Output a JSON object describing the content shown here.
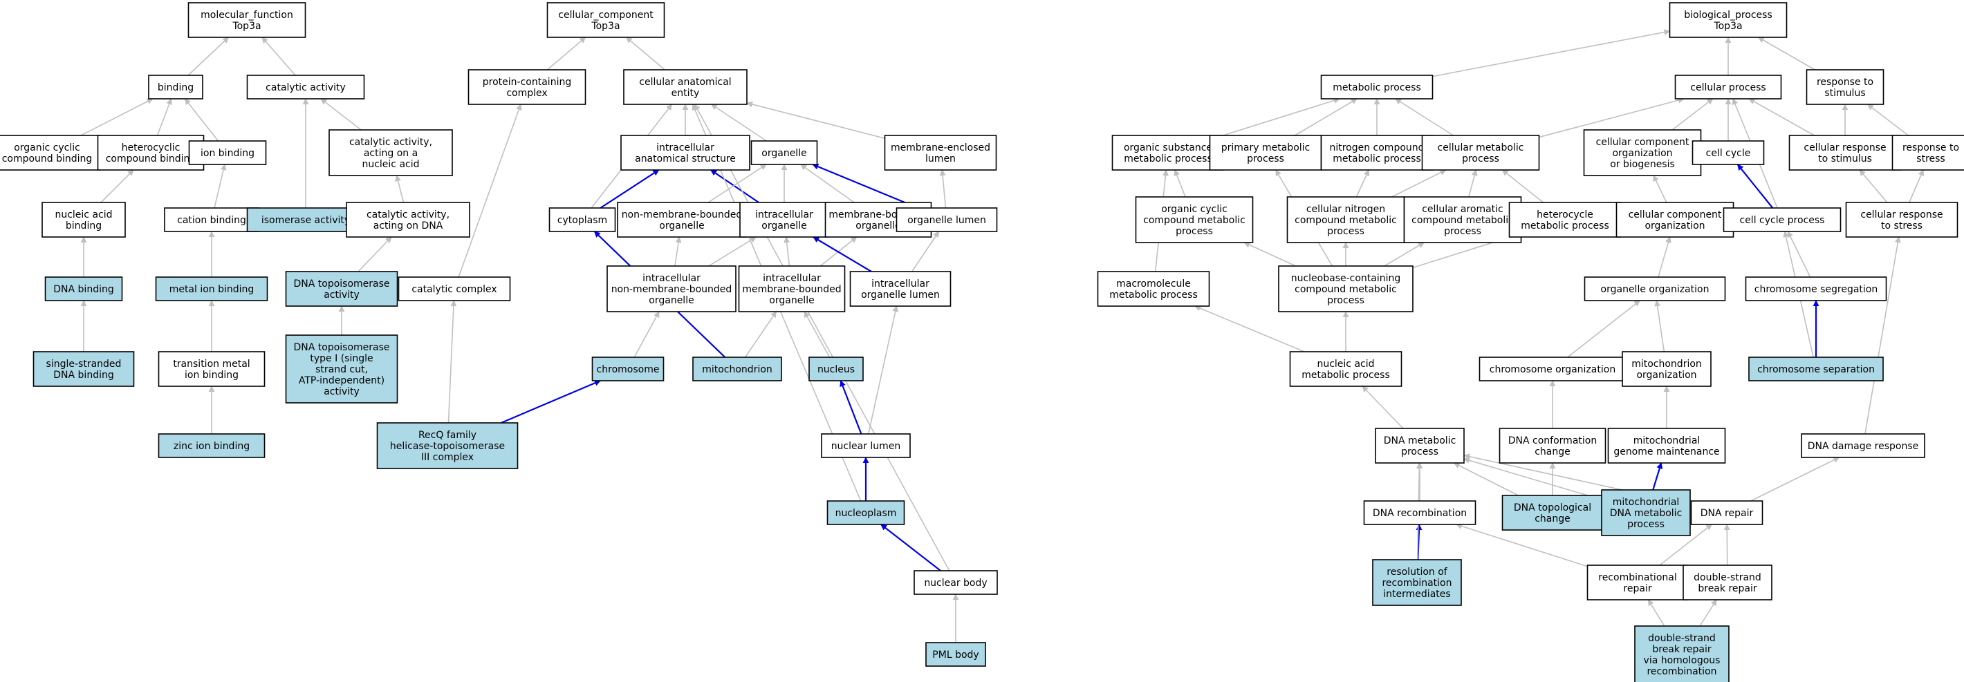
{
  "colors": {
    "highlight_fill": "#add8e6",
    "plain_fill": "#ffffff",
    "grey_edge": "#c0c0c0",
    "blue_edge": "#0000ee"
  },
  "nodes": [
    {
      "id": "mf_root",
      "label": [
        "molecular_function",
        "Top3a"
      ],
      "hl": false
    },
    {
      "id": "binding",
      "label": [
        "binding"
      ],
      "hl": false
    },
    {
      "id": "catalytic_activity",
      "label": [
        "catalytic activity"
      ],
      "hl": false
    },
    {
      "id": "organic_cyclic_binding",
      "label": [
        "organic cyclic",
        "compound binding"
      ],
      "hl": false
    },
    {
      "id": "heterocyclic_binding",
      "label": [
        "heterocyclic",
        "compound binding"
      ],
      "hl": false
    },
    {
      "id": "ion_binding",
      "label": [
        "ion binding"
      ],
      "hl": false
    },
    {
      "id": "cat_nucleic",
      "label": [
        "catalytic activity,",
        "acting on a",
        "nucleic acid"
      ],
      "hl": false
    },
    {
      "id": "nucleic_acid_binding",
      "label": [
        "nucleic acid",
        "binding"
      ],
      "hl": false
    },
    {
      "id": "cation_binding",
      "label": [
        "cation binding"
      ],
      "hl": false
    },
    {
      "id": "isomerase",
      "label": [
        "isomerase activity"
      ],
      "hl": true
    },
    {
      "id": "cat_dna",
      "label": [
        "catalytic activity,",
        "acting on DNA"
      ],
      "hl": false
    },
    {
      "id": "dna_binding",
      "label": [
        "DNA binding"
      ],
      "hl": true
    },
    {
      "id": "metal_ion_binding",
      "label": [
        "metal ion binding"
      ],
      "hl": true
    },
    {
      "id": "dna_topo",
      "label": [
        "DNA topoisomerase",
        "activity"
      ],
      "hl": true
    },
    {
      "id": "ss_dna_binding",
      "label": [
        "single-stranded",
        "DNA binding"
      ],
      "hl": true
    },
    {
      "id": "tm_ion_binding",
      "label": [
        "transition metal",
        "ion binding"
      ],
      "hl": false
    },
    {
      "id": "dna_topo_1",
      "label": [
        "DNA topoisomerase",
        "type I (single",
        "strand cut,",
        "ATP-independent)",
        "activity"
      ],
      "hl": true
    },
    {
      "id": "zinc_binding",
      "label": [
        "zinc ion binding"
      ],
      "hl": true
    },
    {
      "id": "cc_root",
      "label": [
        "cellular_component",
        "Top3a"
      ],
      "hl": false
    },
    {
      "id": "protein_complex",
      "label": [
        "protein-containing",
        "complex"
      ],
      "hl": false
    },
    {
      "id": "cell_anat",
      "label": [
        "cellular anatomical",
        "entity"
      ],
      "hl": false
    },
    {
      "id": "intra_anat",
      "label": [
        "intracellular",
        "anatomical structure"
      ],
      "hl": false
    },
    {
      "id": "organelle",
      "label": [
        "organelle"
      ],
      "hl": false
    },
    {
      "id": "mem_enc_lumen",
      "label": [
        "membrane-enclosed",
        "lumen"
      ],
      "hl": false
    },
    {
      "id": "cytoplasm",
      "label": [
        "cytoplasm"
      ],
      "hl": false
    },
    {
      "id": "nonmem_org",
      "label": [
        "non-membrane-bounded",
        "organelle"
      ],
      "hl": false
    },
    {
      "id": "intra_org",
      "label": [
        "intracellular",
        "organelle"
      ],
      "hl": false
    },
    {
      "id": "mem_org",
      "label": [
        "membrane-bounded",
        "organelle"
      ],
      "hl": false
    },
    {
      "id": "org_lumen",
      "label": [
        "organelle lumen"
      ],
      "hl": false
    },
    {
      "id": "catalytic_complex",
      "label": [
        "catalytic complex"
      ],
      "hl": false
    },
    {
      "id": "intra_nonmem_org",
      "label": [
        "intracellular",
        "non-membrane-bounded",
        "organelle"
      ],
      "hl": false
    },
    {
      "id": "intra_mem_org",
      "label": [
        "intracellular",
        "membrane-bounded",
        "organelle"
      ],
      "hl": false
    },
    {
      "id": "intra_org_lumen",
      "label": [
        "intracellular",
        "organelle lumen"
      ],
      "hl": false
    },
    {
      "id": "chromosome",
      "label": [
        "chromosome"
      ],
      "hl": true
    },
    {
      "id": "mitochondrion",
      "label": [
        "mitochondrion"
      ],
      "hl": true
    },
    {
      "id": "nucleus",
      "label": [
        "nucleus"
      ],
      "hl": true
    },
    {
      "id": "recq",
      "label": [
        "RecQ family",
        "helicase-topoisomerase",
        "III complex"
      ],
      "hl": true
    },
    {
      "id": "nuclear_lumen",
      "label": [
        "nuclear lumen"
      ],
      "hl": false
    },
    {
      "id": "nucleoplasm",
      "label": [
        "nucleoplasm"
      ],
      "hl": true
    },
    {
      "id": "nuclear_body",
      "label": [
        "nuclear body"
      ],
      "hl": false
    },
    {
      "id": "pml_body",
      "label": [
        "PML body"
      ],
      "hl": true
    },
    {
      "id": "bp_root",
      "label": [
        "biological_process",
        "Top3a"
      ],
      "hl": false
    },
    {
      "id": "metabolic",
      "label": [
        "metabolic process"
      ],
      "hl": false
    },
    {
      "id": "cellular_process",
      "label": [
        "cellular process"
      ],
      "hl": false
    },
    {
      "id": "resp_stimulus",
      "label": [
        "response to",
        "stimulus"
      ],
      "hl": false
    },
    {
      "id": "org_subst_met",
      "label": [
        "organic substance",
        "metabolic process"
      ],
      "hl": false
    },
    {
      "id": "primary_met",
      "label": [
        "primary metabolic",
        "process"
      ],
      "hl": false
    },
    {
      "id": "nitrogen_met",
      "label": [
        "nitrogen compound",
        "metabolic process"
      ],
      "hl": false
    },
    {
      "id": "cell_met",
      "label": [
        "cellular metabolic",
        "process"
      ],
      "hl": false
    },
    {
      "id": "cc_org_biog",
      "label": [
        "cellular component",
        "organization",
        "or biogenesis"
      ],
      "hl": false
    },
    {
      "id": "cell_cycle",
      "label": [
        "cell cycle"
      ],
      "hl": false
    },
    {
      "id": "cell_resp_stim",
      "label": [
        "cellular response",
        "to stimulus"
      ],
      "hl": false
    },
    {
      "id": "resp_stress",
      "label": [
        "response to",
        "stress"
      ],
      "hl": false
    },
    {
      "id": "org_cyclic_met",
      "label": [
        "organic cyclic",
        "compound metabolic",
        "process"
      ],
      "hl": false
    },
    {
      "id": "cell_nitro_met",
      "label": [
        "cellular nitrogen",
        "compound metabolic",
        "process"
      ],
      "hl": false
    },
    {
      "id": "cell_arom_met",
      "label": [
        "cellular aromatic",
        "compound metabolic",
        "process"
      ],
      "hl": false
    },
    {
      "id": "heterocycle_met",
      "label": [
        "heterocycle",
        "metabolic process"
      ],
      "hl": false
    },
    {
      "id": "cc_org",
      "label": [
        "cellular component",
        "organization"
      ],
      "hl": false
    },
    {
      "id": "cell_cycle_proc",
      "label": [
        "cell cycle process"
      ],
      "hl": false
    },
    {
      "id": "cell_resp_stress",
      "label": [
        "cellular response",
        "to stress"
      ],
      "hl": false
    },
    {
      "id": "macromol_met",
      "label": [
        "macromolecule",
        "metabolic process"
      ],
      "hl": false
    },
    {
      "id": "nucleobase_met",
      "label": [
        "nucleobase-containing",
        "compound metabolic",
        "process"
      ],
      "hl": false
    },
    {
      "id": "organelle_org",
      "label": [
        "organelle organization"
      ],
      "hl": false
    },
    {
      "id": "chrom_seg",
      "label": [
        "chromosome segregation"
      ],
      "hl": false
    },
    {
      "id": "nucleic_met",
      "label": [
        "nucleic acid",
        "metabolic process"
      ],
      "hl": false
    },
    {
      "id": "chrom_org",
      "label": [
        "chromosome organization"
      ],
      "hl": false
    },
    {
      "id": "mito_org",
      "label": [
        "mitochondrion",
        "organization"
      ],
      "hl": false
    },
    {
      "id": "chrom_sep",
      "label": [
        "chromosome separation"
      ],
      "hl": true
    },
    {
      "id": "dna_met",
      "label": [
        "DNA metabolic",
        "process"
      ],
      "hl": false
    },
    {
      "id": "dna_conf",
      "label": [
        "DNA conformation",
        "change"
      ],
      "hl": false
    },
    {
      "id": "mito_genome",
      "label": [
        "mitochondrial",
        "genome maintenance"
      ],
      "hl": false
    },
    {
      "id": "dna_damage",
      "label": [
        "DNA damage response"
      ],
      "hl": false
    },
    {
      "id": "dna_recomb",
      "label": [
        "DNA recombination"
      ],
      "hl": false
    },
    {
      "id": "dna_topo_change",
      "label": [
        "DNA topological",
        "change"
      ],
      "hl": true
    },
    {
      "id": "mito_dna_met",
      "label": [
        "mitochondrial",
        "DNA metabolic",
        "process"
      ],
      "hl": true
    },
    {
      "id": "dna_repair",
      "label": [
        "DNA repair"
      ],
      "hl": false
    },
    {
      "id": "resol_recomb",
      "label": [
        "resolution of",
        "recombination",
        "intermediates"
      ],
      "hl": true
    },
    {
      "id": "recomb_repair",
      "label": [
        "recombinational",
        "repair"
      ],
      "hl": false
    },
    {
      "id": "ds_break_repair",
      "label": [
        "double-strand",
        "break repair"
      ],
      "hl": false
    },
    {
      "id": "ds_hr",
      "label": [
        "double-strand",
        "break repair",
        "via homologous",
        "recombination"
      ],
      "hl": true
    }
  ],
  "edges": [
    {
      "from": "binding",
      "to": "mf_root",
      "c": "g"
    },
    {
      "from": "catalytic_activity",
      "to": "mf_root",
      "c": "g"
    },
    {
      "from": "organic_cyclic_binding",
      "to": "binding",
      "c": "g"
    },
    {
      "from": "heterocyclic_binding",
      "to": "binding",
      "c": "g"
    },
    {
      "from": "ion_binding",
      "to": "binding",
      "c": "g"
    },
    {
      "from": "cat_nucleic",
      "to": "catalytic_activity",
      "c": "g"
    },
    {
      "from": "isomerase",
      "to": "catalytic_activity",
      "c": "g"
    },
    {
      "from": "nucleic_acid_binding",
      "to": "heterocyclic_binding",
      "c": "g"
    },
    {
      "from": "cation_binding",
      "to": "ion_binding",
      "c": "g"
    },
    {
      "from": "cat_dna",
      "to": "cat_nucleic",
      "c": "g"
    },
    {
      "from": "dna_binding",
      "to": "nucleic_acid_binding",
      "c": "g"
    },
    {
      "from": "metal_ion_binding",
      "to": "cation_binding",
      "c": "g"
    },
    {
      "from": "dna_topo",
      "to": "cat_dna",
      "c": "g"
    },
    {
      "from": "ss_dna_binding",
      "to": "dna_binding",
      "c": "g"
    },
    {
      "from": "tm_ion_binding",
      "to": "metal_ion_binding",
      "c": "g"
    },
    {
      "from": "dna_topo_1",
      "to": "dna_topo",
      "c": "g"
    },
    {
      "from": "zinc_binding",
      "to": "tm_ion_binding",
      "c": "g"
    },
    {
      "from": "protein_complex",
      "to": "cc_root",
      "c": "g"
    },
    {
      "from": "cell_anat",
      "to": "cc_root",
      "c": "g"
    },
    {
      "from": "intra_anat",
      "to": "cell_anat",
      "c": "g"
    },
    {
      "from": "organelle",
      "to": "cell_anat",
      "c": "g"
    },
    {
      "from": "mem_enc_lumen",
      "to": "cell_anat",
      "c": "g"
    },
    {
      "from": "cytoplasm",
      "to": "cell_anat",
      "c": "g"
    },
    {
      "from": "cytoplasm",
      "to": "intra_anat",
      "c": "b"
    },
    {
      "from": "intra_org",
      "to": "intra_anat",
      "c": "b"
    },
    {
      "from": "nonmem_org",
      "to": "organelle",
      "c": "g"
    },
    {
      "from": "intra_org",
      "to": "organelle",
      "c": "g"
    },
    {
      "from": "mem_org",
      "to": "organelle",
      "c": "g"
    },
    {
      "from": "org_lumen",
      "to": "organelle",
      "c": "b"
    },
    {
      "from": "org_lumen",
      "to": "mem_enc_lumen",
      "c": "g"
    },
    {
      "from": "catalytic_complex",
      "to": "protein_complex",
      "c": "g"
    },
    {
      "from": "intra_nonmem_org",
      "to": "nonmem_org",
      "c": "g"
    },
    {
      "from": "intra_nonmem_org",
      "to": "intra_org",
      "c": "g"
    },
    {
      "from": "intra_mem_org",
      "to": "intra_org",
      "c": "g"
    },
    {
      "from": "intra_mem_org",
      "to": "mem_org",
      "c": "g"
    },
    {
      "from": "intra_org_lumen",
      "to": "intra_org",
      "c": "b"
    },
    {
      "from": "intra_org_lumen",
      "to": "org_lumen",
      "c": "g"
    },
    {
      "from": "chromosome",
      "to": "intra_nonmem_org",
      "c": "g"
    },
    {
      "from": "mitochondrion",
      "to": "intra_mem_org",
      "c": "g"
    },
    {
      "from": "mitochondrion",
      "to": "cytoplasm",
      "c": "b"
    },
    {
      "from": "nucleus",
      "to": "intra_mem_org",
      "c": "g"
    },
    {
      "from": "recq",
      "to": "catalytic_complex",
      "c": "g"
    },
    {
      "from": "recq",
      "to": "chromosome",
      "c": "b"
    },
    {
      "from": "nuclear_lumen",
      "to": "nucleus",
      "c": "b"
    },
    {
      "from": "nuclear_lumen",
      "to": "intra_org_lumen",
      "c": "g"
    },
    {
      "from": "nucleoplasm",
      "to": "nuclear_lumen",
      "c": "b"
    },
    {
      "from": "nucleoplasm",
      "to": "cell_anat",
      "c": "g"
    },
    {
      "from": "nuclear_body",
      "to": "nucleoplasm",
      "c": "b"
    },
    {
      "from": "nuclear_body",
      "to": "cell_anat",
      "c": "g"
    },
    {
      "from": "pml_body",
      "to": "nuclear_body",
      "c": "g"
    },
    {
      "from": "metabolic",
      "to": "bp_root",
      "c": "g"
    },
    {
      "from": "cellular_process",
      "to": "bp_root",
      "c": "g"
    },
    {
      "from": "resp_stimulus",
      "to": "bp_root",
      "c": "g"
    },
    {
      "from": "org_subst_met",
      "to": "metabolic",
      "c": "g"
    },
    {
      "from": "primary_met",
      "to": "metabolic",
      "c": "g"
    },
    {
      "from": "nitrogen_met",
      "to": "metabolic",
      "c": "g"
    },
    {
      "from": "cell_met",
      "to": "metabolic",
      "c": "g"
    },
    {
      "from": "cell_met",
      "to": "cellular_process",
      "c": "g"
    },
    {
      "from": "cc_org_biog",
      "to": "cellular_process",
      "c": "g"
    },
    {
      "from": "cell_cycle",
      "to": "cellular_process",
      "c": "g"
    },
    {
      "from": "cell_resp_stim",
      "to": "cellular_process",
      "c": "g"
    },
    {
      "from": "cell_resp_stim",
      "to": "resp_stimulus",
      "c": "g"
    },
    {
      "from": "resp_stress",
      "to": "resp_stimulus",
      "c": "g"
    },
    {
      "from": "cell_cycle_proc",
      "to": "cellular_process",
      "c": "g"
    },
    {
      "from": "cell_cycle_proc",
      "to": "cell_cycle",
      "c": "b"
    },
    {
      "from": "org_cyclic_met",
      "to": "org_subst_met",
      "c": "g"
    },
    {
      "from": "cell_nitro_met",
      "to": "nitrogen_met",
      "c": "g"
    },
    {
      "from": "cell_nitro_met",
      "to": "cell_met",
      "c": "g"
    },
    {
      "from": "cell_arom_met",
      "to": "cell_met",
      "c": "g"
    },
    {
      "from": "heterocycle_met",
      "to": "cell_met",
      "c": "g"
    },
    {
      "from": "cc_org",
      "to": "cc_org_biog",
      "c": "g"
    },
    {
      "from": "cell_resp_stress",
      "to": "cell_resp_stim",
      "c": "g"
    },
    {
      "from": "cell_resp_stress",
      "to": "resp_stress",
      "c": "g"
    },
    {
      "from": "macromol_met",
      "to": "org_subst_met",
      "c": "g"
    },
    {
      "from": "nucleobase_met",
      "to": "org_cyclic_met",
      "c": "g"
    },
    {
      "from": "nucleobase_met",
      "to": "cell_nitro_met",
      "c": "g"
    },
    {
      "from": "nucleobase_met",
      "to": "cell_arom_met",
      "c": "g"
    },
    {
      "from": "nucleobase_met",
      "to": "heterocycle_met",
      "c": "g"
    },
    {
      "from": "nucleobase_met",
      "to": "primary_met",
      "c": "g"
    },
    {
      "from": "organelle_org",
      "to": "cc_org",
      "c": "g"
    },
    {
      "from": "chrom_seg",
      "to": "cell_cycle_proc",
      "c": "g"
    },
    {
      "from": "nucleic_met",
      "to": "macromol_met",
      "c": "g"
    },
    {
      "from": "nucleic_met",
      "to": "nucleobase_met",
      "c": "g"
    },
    {
      "from": "chrom_org",
      "to": "organelle_org",
      "c": "g"
    },
    {
      "from": "mito_org",
      "to": "organelle_org",
      "c": "g"
    },
    {
      "from": "chrom_sep",
      "to": "chrom_seg",
      "c": "b"
    },
    {
      "from": "chrom_sep",
      "to": "cell_cycle_proc",
      "c": "g"
    },
    {
      "from": "dna_met",
      "to": "nucleic_met",
      "c": "g"
    },
    {
      "from": "dna_conf",
      "to": "chrom_org",
      "c": "g"
    },
    {
      "from": "mito_genome",
      "to": "mito_org",
      "c": "g"
    },
    {
      "from": "dna_damage",
      "to": "cell_resp_stress",
      "c": "g"
    },
    {
      "from": "dna_recomb",
      "to": "dna_met",
      "c": "g"
    },
    {
      "from": "dna_topo_change",
      "to": "dna_met",
      "c": "g"
    },
    {
      "from": "dna_topo_change",
      "to": "dna_conf",
      "c": "g"
    },
    {
      "from": "mito_dna_met",
      "to": "dna_met",
      "c": "g"
    },
    {
      "from": "mito_dna_met",
      "to": "mito_genome",
      "c": "b"
    },
    {
      "from": "dna_repair",
      "to": "dna_met",
      "c": "g"
    },
    {
      "from": "dna_repair",
      "to": "dna_damage",
      "c": "g"
    },
    {
      "from": "resol_recomb",
      "to": "dna_recomb",
      "c": "b"
    },
    {
      "from": "resol_recomb",
      "to": "dna_met",
      "c": "g"
    },
    {
      "from": "recomb_repair",
      "to": "dna_recomb",
      "c": "g"
    },
    {
      "from": "recomb_repair",
      "to": "dna_repair",
      "c": "g"
    },
    {
      "from": "ds_break_repair",
      "to": "dna_repair",
      "c": "g"
    },
    {
      "from": "ds_hr",
      "to": "recomb_repair",
      "c": "g"
    },
    {
      "from": "ds_hr",
      "to": "ds_break_repair",
      "c": "g"
    }
  ]
}
